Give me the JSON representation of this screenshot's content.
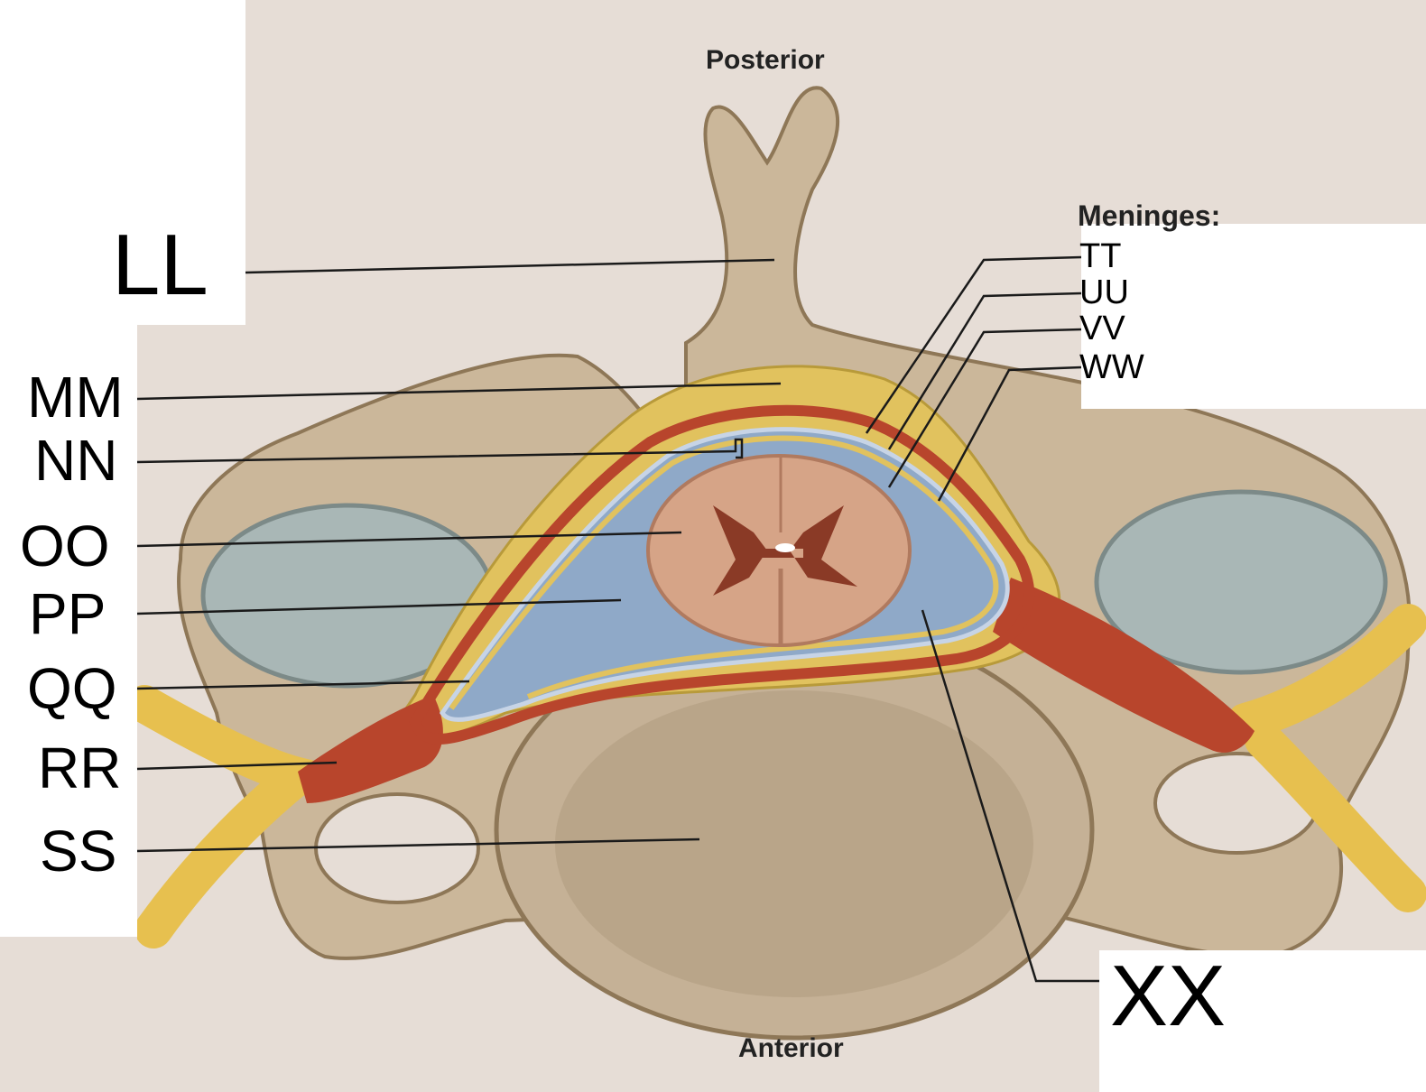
{
  "orientation": {
    "top": "Posterior",
    "bottom": "Anterior"
  },
  "meninges_heading": "Meninges:",
  "labels": {
    "ll": "LL",
    "mm": "MM",
    "nn": "NN",
    "oo": "OO",
    "pp": "PP",
    "qq": "QQ",
    "rr": "RR",
    "ss": "SS",
    "tt": "TT",
    "uu": "UU",
    "vv": "VV",
    "ww": "WW",
    "xx": "XX"
  },
  "colors": {
    "bone": "#cbb79a",
    "bone_shadow": "#8e7757",
    "fat": "#e1c25e",
    "dura": "#b8452c",
    "csf": "#8fa9c8",
    "cord": "#d6a487",
    "gray_matter": "#8a3a26",
    "nerve": "#e7c04f",
    "disc_cavity": "#a9b7b6"
  }
}
